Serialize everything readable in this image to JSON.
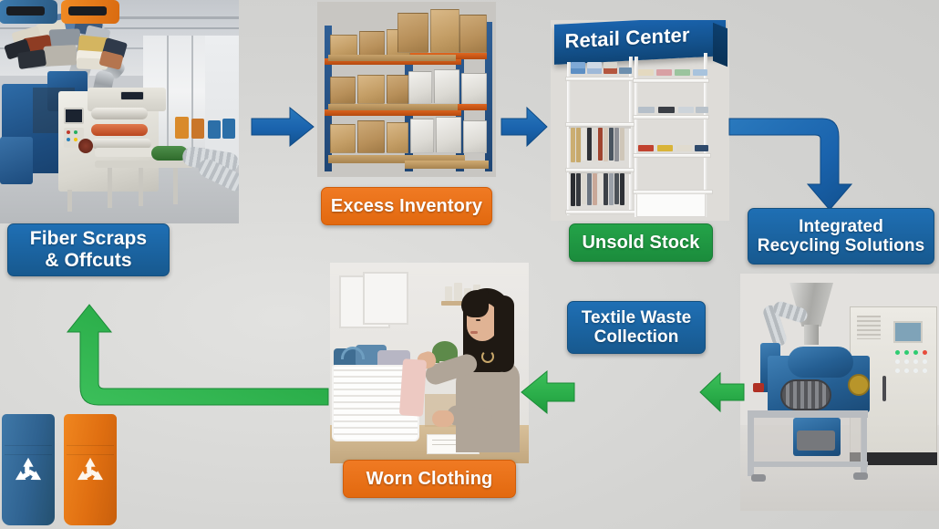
{
  "diagram": {
    "title": "Textile Recycling Circular Flow",
    "background_color": "#d7d7d5",
    "colors": {
      "blue": "#1f6fb4",
      "orange": "#f07a23",
      "green": "#24a349",
      "arrow_blue": "#1a63ad",
      "arrow_green": "#2bae4a"
    }
  },
  "labels": [
    {
      "id": "fiber-scraps",
      "text": "Fiber Scraps\n& Offcuts",
      "color": "blue"
    },
    {
      "id": "excess-inventory",
      "text": "Excess Inventory",
      "color": "orange"
    },
    {
      "id": "retail-center",
      "text": "Retail Center",
      "color": "blue"
    },
    {
      "id": "unsold-stock",
      "text": "Unsold Stock",
      "color": "green"
    },
    {
      "id": "integrated-recycling",
      "text": "Integrated\nRecycling Solutions",
      "color": "blue"
    },
    {
      "id": "textile-waste",
      "text": "Textile Waste\nCollection",
      "color": "blue"
    },
    {
      "id": "worn-clothing",
      "text": "Worn Clothing",
      "color": "orange"
    }
  ],
  "nodes": [
    {
      "id": "factory",
      "name": "textile-manufacturing-plant"
    },
    {
      "id": "warehouse",
      "name": "warehouse-pallet-racking"
    },
    {
      "id": "retail",
      "name": "retail-store-shelving"
    },
    {
      "id": "machine",
      "name": "recycling-processing-machine"
    },
    {
      "id": "bins",
      "name": "recycling-collection-bins"
    },
    {
      "id": "laundry",
      "name": "woman-sorting-clothes"
    },
    {
      "id": "scraps",
      "name": "fabric-scraps-pile"
    }
  ],
  "arrows": [
    {
      "id": "factory-to-warehouse",
      "from": "factory",
      "to": "warehouse",
      "direction": "right",
      "color": "blue"
    },
    {
      "id": "warehouse-to-retail",
      "from": "warehouse",
      "to": "retail",
      "direction": "right",
      "color": "blue"
    },
    {
      "id": "retail-to-machine",
      "from": "retail",
      "to": "machine",
      "direction": "right-then-down",
      "color": "blue"
    },
    {
      "id": "machine-to-bins",
      "from": "machine",
      "to": "bins",
      "direction": "left",
      "color": "green"
    },
    {
      "id": "bins-to-laundry",
      "from": "bins",
      "to": "laundry",
      "direction": "left",
      "color": "green"
    },
    {
      "id": "laundry-to-factory",
      "from": "laundry",
      "to": "factory",
      "direction": "left-then-up",
      "color": "green"
    }
  ]
}
